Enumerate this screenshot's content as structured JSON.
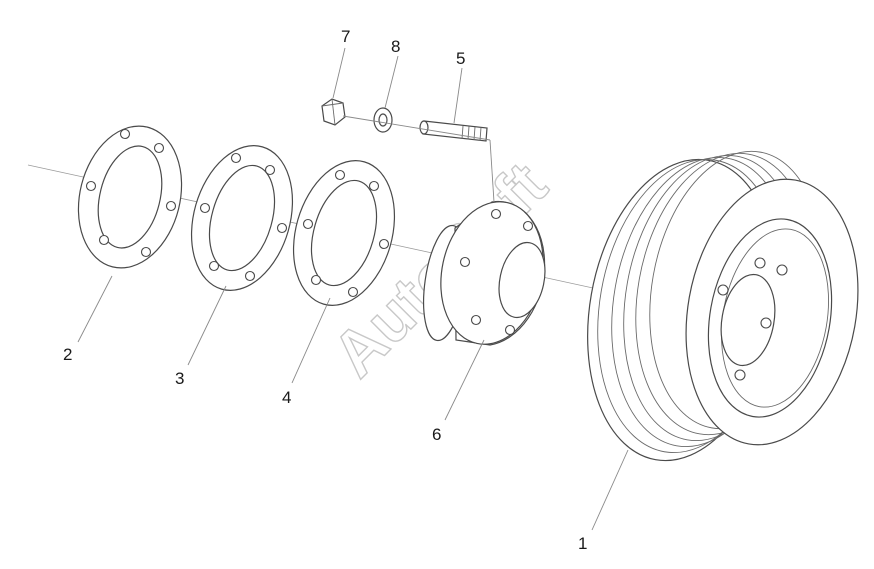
{
  "callouts": [
    {
      "id": "1",
      "label": "1"
    },
    {
      "id": "2",
      "label": "2"
    },
    {
      "id": "3",
      "label": "3"
    },
    {
      "id": "4",
      "label": "4"
    },
    {
      "id": "5",
      "label": "5"
    },
    {
      "id": "6",
      "label": "6"
    },
    {
      "id": "7",
      "label": "7"
    },
    {
      "id": "8",
      "label": "8"
    }
  ],
  "watermark": "AutoSoft"
}
